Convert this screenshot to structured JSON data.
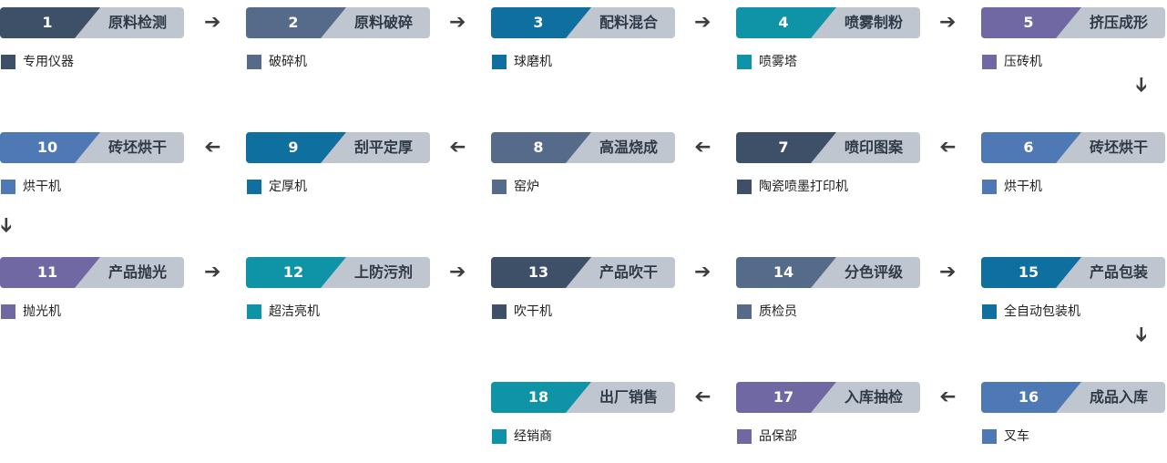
{
  "colors": {
    "navy": "#3e5068",
    "slate": "#556b89",
    "blue": "#0f6f9f",
    "teal": "#0f94a7",
    "purple": "#6f68a3",
    "steel": "#4f79b5",
    "label_bg": "#bfc6d0",
    "arrow": "#3d3d3d"
  },
  "steps": [
    {
      "num": "1",
      "title": "原料检测",
      "equipment": "专用仪器",
      "color": "navy"
    },
    {
      "num": "2",
      "title": "原料破碎",
      "equipment": "破碎机",
      "color": "slate"
    },
    {
      "num": "3",
      "title": "配料混合",
      "equipment": "球磨机",
      "color": "blue"
    },
    {
      "num": "4",
      "title": "喷雾制粉",
      "equipment": "喷雾塔",
      "color": "teal"
    },
    {
      "num": "5",
      "title": "挤压成形",
      "equipment": "压砖机",
      "color": "purple"
    },
    {
      "num": "6",
      "title": "砖坯烘干",
      "equipment": "烘干机",
      "color": "steel"
    },
    {
      "num": "7",
      "title": "喷印图案",
      "equipment": "陶瓷喷墨打印机",
      "color": "navy"
    },
    {
      "num": "8",
      "title": "高温烧成",
      "equipment": "窑炉",
      "color": "slate"
    },
    {
      "num": "9",
      "title": "刮平定厚",
      "equipment": "定厚机",
      "color": "blue"
    },
    {
      "num": "10",
      "title": "砖坯烘干",
      "equipment": "烘干机",
      "color": "steel"
    },
    {
      "num": "11",
      "title": "产品抛光",
      "equipment": "抛光机",
      "color": "purple"
    },
    {
      "num": "12",
      "title": "上防污剂",
      "equipment": "超洁亮机",
      "color": "teal"
    },
    {
      "num": "13",
      "title": "产品吹干",
      "equipment": "吹干机",
      "color": "navy"
    },
    {
      "num": "14",
      "title": "分色评级",
      "equipment": "质检员",
      "color": "slate"
    },
    {
      "num": "15",
      "title": "产品包装",
      "equipment": "全自动包装机",
      "color": "blue"
    },
    {
      "num": "16",
      "title": "成品入库",
      "equipment": "叉车",
      "color": "steel"
    },
    {
      "num": "17",
      "title": "入库抽检",
      "equipment": "品保部",
      "color": "purple"
    },
    {
      "num": "18",
      "title": "出厂销售",
      "equipment": "经销商",
      "color": "teal"
    }
  ],
  "arrow_icons": {
    "right": "arrow-right-icon",
    "left": "arrow-left-icon",
    "down": "arrow-down-icon"
  }
}
